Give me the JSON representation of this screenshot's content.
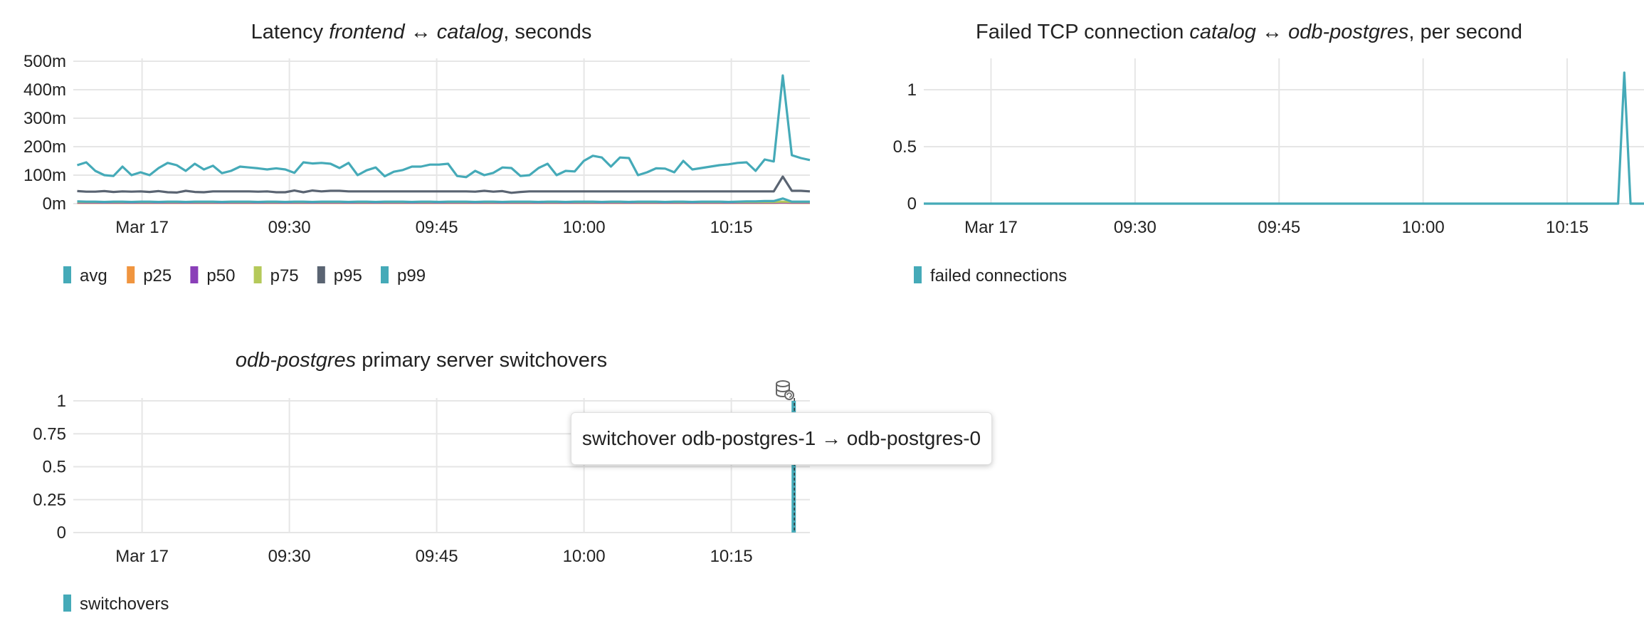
{
  "colors": {
    "avg": "#45aab8",
    "p25": "#f0953f",
    "p50": "#8a3fb8",
    "p75": "#b5c95a",
    "p95": "#5a6472",
    "p99": "#45aab8",
    "failed": "#45aab8",
    "switchovers": "#45aab8",
    "grid": "#e6e6e6"
  },
  "charts": {
    "latency": {
      "title_pre": "Latency ",
      "title_it1": "frontend",
      "title_mid": " ↔ ",
      "title_it2": "catalog",
      "title_post": ", seconds",
      "y_ticks": [
        "500m",
        "400m",
        "300m",
        "200m",
        "100m",
        "0m"
      ],
      "x_ticks": [
        "Mar 17",
        "09:30",
        "09:45",
        "10:00",
        "10:15"
      ],
      "legend": [
        "avg",
        "p25",
        "p50",
        "p75",
        "p95",
        "p99"
      ]
    },
    "failed": {
      "title_pre": "Failed TCP connection ",
      "title_it1": "catalog",
      "title_mid": " ↔ ",
      "title_it2": "odb-postgres",
      "title_post": ", per second",
      "y_ticks": [
        "1",
        "0.5",
        "0"
      ],
      "x_ticks": [
        "Mar 17",
        "09:30",
        "09:45",
        "10:00",
        "10:15"
      ],
      "legend": [
        "failed connections"
      ]
    },
    "switch": {
      "title_it1": "odb-postgres",
      "title_post": " primary server switchovers",
      "y_ticks": [
        "1",
        "0.75",
        "0.5",
        "0.25",
        "0"
      ],
      "x_ticks": [
        "Mar 17",
        "09:30",
        "09:45",
        "10:00",
        "10:15"
      ],
      "legend": [
        "switchovers"
      ],
      "event_icon": "database-switch-icon"
    }
  },
  "tooltip": {
    "text": "switchover odb-postgres-1 → odb-postgres-0"
  },
  "chart_data": [
    {
      "type": "line",
      "title": "Latency frontend ↔ catalog, seconds",
      "x_range": [
        "09:08",
        "10:23"
      ],
      "x_ticks": [
        "Mar 17",
        "09:30",
        "09:45",
        "10:00",
        "10:15"
      ],
      "ylim": [
        0,
        0.5
      ],
      "y_ticks": [
        0,
        0.1,
        0.2,
        0.3,
        0.4,
        0.5
      ],
      "grid": true,
      "legend_position": "bottom-left",
      "series": [
        {
          "name": "avg",
          "values": [
            0.008,
            0.007,
            0.007,
            0.006,
            0.007,
            0.007,
            0.006,
            0.007,
            0.007,
            0.006,
            0.007,
            0.007,
            0.006,
            0.007,
            0.007,
            0.007,
            0.006,
            0.007,
            0.007,
            0.007,
            0.006,
            0.007,
            0.007,
            0.006,
            0.007,
            0.007,
            0.006,
            0.007,
            0.007,
            0.007,
            0.006,
            0.007,
            0.007,
            0.006,
            0.007,
            0.007,
            0.007,
            0.006,
            0.007,
            0.007,
            0.006,
            0.007,
            0.007,
            0.007,
            0.006,
            0.007,
            0.007,
            0.006,
            0.007,
            0.007,
            0.007,
            0.006,
            0.007,
            0.007,
            0.006,
            0.007,
            0.007,
            0.007,
            0.006,
            0.007,
            0.007,
            0.006,
            0.007,
            0.007,
            0.007,
            0.006,
            0.007,
            0.007,
            0.006,
            0.007,
            0.007,
            0.007,
            0.006,
            0.007,
            0.008,
            0.008,
            0.009,
            0.009,
            0.018,
            0.007,
            0.007,
            0.007
          ]
        },
        {
          "name": "p25",
          "values": [
            0.003,
            0.003,
            0.003,
            0.003,
            0.003,
            0.003,
            0.003,
            0.003,
            0.003,
            0.003,
            0.003,
            0.003,
            0.003,
            0.003,
            0.003,
            0.003,
            0.003,
            0.003,
            0.003,
            0.003,
            0.003,
            0.003,
            0.003,
            0.003,
            0.003,
            0.003,
            0.003,
            0.003,
            0.003,
            0.003,
            0.003,
            0.003,
            0.003,
            0.003,
            0.003,
            0.003,
            0.003,
            0.003,
            0.003,
            0.003,
            0.003,
            0.003,
            0.003,
            0.003,
            0.003,
            0.003,
            0.003,
            0.003,
            0.003,
            0.003,
            0.003,
            0.003,
            0.003,
            0.003,
            0.003,
            0.003,
            0.003,
            0.003,
            0.003,
            0.003,
            0.003,
            0.003,
            0.003,
            0.003,
            0.003,
            0.003,
            0.003,
            0.003,
            0.003,
            0.003,
            0.003,
            0.003,
            0.003,
            0.003,
            0.003,
            0.003,
            0.003,
            0.003,
            0.004,
            0.003,
            0.003,
            0.003
          ]
        },
        {
          "name": "p50",
          "values": [
            0.004,
            0.004,
            0.004,
            0.004,
            0.004,
            0.004,
            0.004,
            0.004,
            0.004,
            0.004,
            0.004,
            0.004,
            0.004,
            0.004,
            0.004,
            0.004,
            0.004,
            0.004,
            0.004,
            0.004,
            0.004,
            0.004,
            0.004,
            0.004,
            0.004,
            0.004,
            0.004,
            0.004,
            0.004,
            0.004,
            0.004,
            0.004,
            0.004,
            0.004,
            0.004,
            0.004,
            0.004,
            0.004,
            0.004,
            0.004,
            0.004,
            0.004,
            0.004,
            0.004,
            0.004,
            0.004,
            0.004,
            0.004,
            0.004,
            0.004,
            0.004,
            0.004,
            0.004,
            0.004,
            0.004,
            0.004,
            0.004,
            0.004,
            0.004,
            0.004,
            0.004,
            0.004,
            0.004,
            0.004,
            0.004,
            0.004,
            0.004,
            0.004,
            0.004,
            0.004,
            0.004,
            0.004,
            0.004,
            0.004,
            0.004,
            0.004,
            0.004,
            0.004,
            0.005,
            0.004,
            0.004,
            0.004
          ]
        },
        {
          "name": "p75",
          "values": [
            0.006,
            0.006,
            0.006,
            0.006,
            0.006,
            0.006,
            0.006,
            0.006,
            0.006,
            0.006,
            0.006,
            0.006,
            0.006,
            0.006,
            0.006,
            0.006,
            0.006,
            0.006,
            0.006,
            0.006,
            0.006,
            0.006,
            0.006,
            0.006,
            0.006,
            0.006,
            0.006,
            0.006,
            0.006,
            0.006,
            0.006,
            0.006,
            0.006,
            0.006,
            0.006,
            0.006,
            0.006,
            0.006,
            0.006,
            0.006,
            0.006,
            0.006,
            0.006,
            0.006,
            0.006,
            0.006,
            0.006,
            0.006,
            0.006,
            0.006,
            0.006,
            0.006,
            0.006,
            0.006,
            0.006,
            0.006,
            0.006,
            0.006,
            0.006,
            0.006,
            0.006,
            0.006,
            0.006,
            0.006,
            0.006,
            0.006,
            0.006,
            0.006,
            0.006,
            0.006,
            0.006,
            0.006,
            0.006,
            0.006,
            0.006,
            0.006,
            0.006,
            0.006,
            0.007,
            0.006,
            0.006,
            0.006
          ]
        },
        {
          "name": "p95",
          "values": [
            0.044,
            0.042,
            0.042,
            0.044,
            0.041,
            0.043,
            0.042,
            0.043,
            0.041,
            0.044,
            0.04,
            0.039,
            0.045,
            0.041,
            0.04,
            0.043,
            0.043,
            0.043,
            0.043,
            0.043,
            0.042,
            0.043,
            0.04,
            0.04,
            0.046,
            0.04,
            0.046,
            0.043,
            0.045,
            0.045,
            0.043,
            0.043,
            0.043,
            0.043,
            0.043,
            0.043,
            0.043,
            0.043,
            0.043,
            0.043,
            0.043,
            0.043,
            0.043,
            0.043,
            0.042,
            0.045,
            0.042,
            0.044,
            0.038,
            0.041,
            0.043,
            0.043,
            0.043,
            0.043,
            0.043,
            0.043,
            0.043,
            0.043,
            0.043,
            0.043,
            0.043,
            0.043,
            0.043,
            0.043,
            0.043,
            0.043,
            0.043,
            0.043,
            0.043,
            0.043,
            0.043,
            0.043,
            0.043,
            0.043,
            0.043,
            0.043,
            0.043,
            0.043,
            0.095,
            0.045,
            0.045,
            0.043
          ]
        },
        {
          "name": "p99",
          "values": [
            0.135,
            0.145,
            0.115,
            0.1,
            0.097,
            0.13,
            0.1,
            0.11,
            0.1,
            0.125,
            0.143,
            0.135,
            0.115,
            0.14,
            0.12,
            0.133,
            0.107,
            0.115,
            0.13,
            0.127,
            0.124,
            0.12,
            0.124,
            0.12,
            0.108,
            0.145,
            0.141,
            0.143,
            0.14,
            0.125,
            0.143,
            0.1,
            0.117,
            0.127,
            0.096,
            0.112,
            0.118,
            0.13,
            0.13,
            0.137,
            0.137,
            0.14,
            0.097,
            0.093,
            0.115,
            0.1,
            0.108,
            0.127,
            0.125,
            0.097,
            0.1,
            0.125,
            0.14,
            0.1,
            0.115,
            0.113,
            0.15,
            0.168,
            0.162,
            0.13,
            0.162,
            0.16,
            0.1,
            0.11,
            0.124,
            0.123,
            0.11,
            0.15,
            0.12,
            0.125,
            0.13,
            0.135,
            0.138,
            0.143,
            0.145,
            0.115,
            0.155,
            0.148,
            0.45,
            0.17,
            0.16,
            0.153
          ]
        }
      ]
    },
    {
      "type": "line",
      "title": "Failed TCP connection catalog ↔ odb-postgres, per second",
      "x_range": [
        "09:08",
        "10:23"
      ],
      "x_ticks": [
        "Mar 17",
        "09:30",
        "09:45",
        "10:00",
        "10:15"
      ],
      "ylim": [
        0,
        1.25
      ],
      "y_ticks": [
        0,
        0.5,
        1
      ],
      "grid": true,
      "legend_position": "bottom-left",
      "series": [
        {
          "name": "failed connections",
          "x": [
            "09:08",
            "10:20",
            "10:21",
            "10:22",
            "10:23"
          ],
          "values": [
            0,
            0,
            1.15,
            0,
            0
          ]
        }
      ]
    },
    {
      "type": "bar",
      "title": "odb-postgres primary server switchovers",
      "x_range": [
        "09:08",
        "10:23"
      ],
      "x_ticks": [
        "Mar 17",
        "09:30",
        "09:45",
        "10:00",
        "10:15"
      ],
      "ylim": [
        0,
        1
      ],
      "y_ticks": [
        0,
        0.25,
        0.5,
        0.75,
        1
      ],
      "grid": true,
      "legend_position": "bottom-left",
      "series": [
        {
          "name": "switchovers",
          "x": [
            "10:21"
          ],
          "values": [
            1
          ]
        }
      ],
      "annotations": [
        "switchover odb-postgres-1 → odb-postgres-0"
      ]
    }
  ]
}
